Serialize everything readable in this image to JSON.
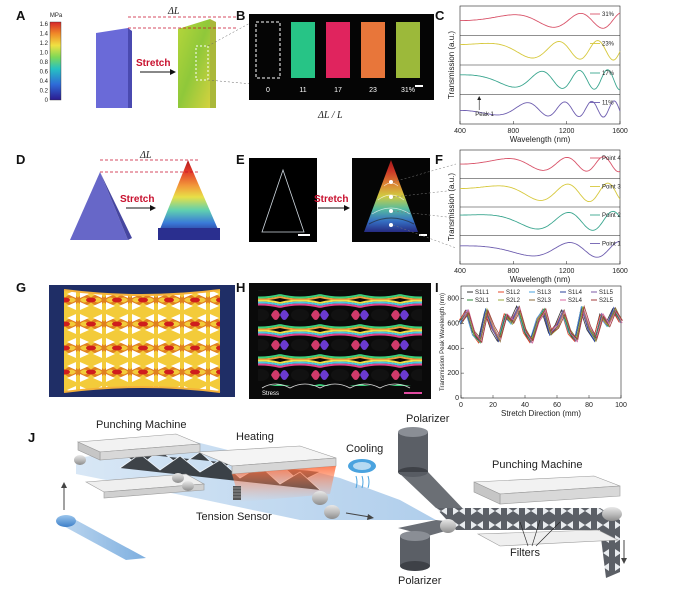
{
  "panels": {
    "A": "A",
    "B": "B",
    "C": "C",
    "D": "D",
    "E": "E",
    "F": "F",
    "G": "G",
    "H": "H",
    "I": "I",
    "J": "J"
  },
  "A": {
    "unit": "MPa",
    "ticks": [
      "1.6",
      "1.4",
      "1.2",
      "1.0",
      "0.8",
      "0.6",
      "0.4",
      "0.2",
      "0"
    ],
    "stretch": "Stretch",
    "delta": "ΔL"
  },
  "B": {
    "labels": [
      "0",
      "11",
      "17",
      "23",
      "31%"
    ],
    "colors": [
      "#111111",
      "#27c486",
      "#e0245e",
      "#e8763a",
      "#9cb93a"
    ],
    "xlabel": "ΔL / L"
  },
  "D": {
    "stretch": "Stretch",
    "delta": "ΔL"
  },
  "E": {
    "stretch": "Stretch"
  },
  "H": {
    "stress_label": "Stress"
  },
  "spectra_colors": [
    "#d9546a",
    "#d7c93e",
    "#3aa68f",
    "#6f5fb0"
  ],
  "C_chart": {
    "type": "line",
    "xlabel": "Wavelength (nm)",
    "ylabel": "Transmission (a.u.)",
    "xlim": [
      400,
      1600
    ],
    "xticks": [
      "400",
      "800",
      "1200",
      "1600"
    ],
    "series": [
      {
        "name": "31%"
      },
      {
        "name": "23%"
      },
      {
        "name": "17%"
      },
      {
        "name": "11%"
      }
    ],
    "annotation": "Peak 1"
  },
  "F_chart": {
    "type": "line",
    "xlabel": "Wavelength (nm)",
    "ylabel": "Transmission (a.u.)",
    "xlim": [
      400,
      1600
    ],
    "xticks": [
      "400",
      "800",
      "1200",
      "1600"
    ],
    "series": [
      {
        "name": "Point 4"
      },
      {
        "name": "Point 3"
      },
      {
        "name": "Point 2"
      },
      {
        "name": "Point 1"
      }
    ]
  },
  "chart_data": {
    "type": "line",
    "xlabel": "Stretch Direction (mm)",
    "ylabel": "Transmission Peak Wavelength (nm)",
    "xlim": [
      0,
      100
    ],
    "ylim": [
      0,
      900
    ],
    "xticks": [
      "0",
      "20",
      "40",
      "60",
      "80",
      "100"
    ],
    "yticks": [
      "0",
      "200",
      "400",
      "600",
      "800"
    ],
    "series": [
      {
        "name": "S1L1",
        "color": "#333333"
      },
      {
        "name": "S1L2",
        "color": "#e5492b"
      },
      {
        "name": "S1L3",
        "color": "#4aa3df"
      },
      {
        "name": "S1L4",
        "color": "#2a3f9a"
      },
      {
        "name": "S1L5",
        "color": "#7b5aa6"
      },
      {
        "name": "S2L1",
        "color": "#2c8a3a"
      },
      {
        "name": "S2L2",
        "color": "#9aa83a"
      },
      {
        "name": "S2L3",
        "color": "#8a6a3a"
      },
      {
        "name": "S2L4",
        "color": "#d86aa0"
      },
      {
        "name": "S2L5",
        "color": "#a03a3a"
      }
    ],
    "x": [
      0,
      4,
      8,
      12,
      16,
      20,
      24,
      28,
      32,
      36,
      40,
      44,
      48,
      52,
      56,
      60,
      64,
      68,
      72,
      76,
      80,
      84,
      88,
      92,
      96,
      100
    ],
    "profile": [
      610,
      690,
      520,
      460,
      700,
      560,
      470,
      660,
      610,
      720,
      540,
      460,
      620,
      700,
      520,
      570,
      690,
      530,
      470,
      720,
      560,
      470,
      660,
      590,
      710,
      620
    ]
  },
  "J": {
    "punching1": "Punching Machine",
    "heating": "Heating",
    "cooling": "Cooling",
    "polarizer_top": "Polarizer",
    "polarizer_bottom": "Polarizer",
    "punching2": "Punching Machine",
    "tension": "Tension Sensor",
    "filters": "Filters"
  }
}
